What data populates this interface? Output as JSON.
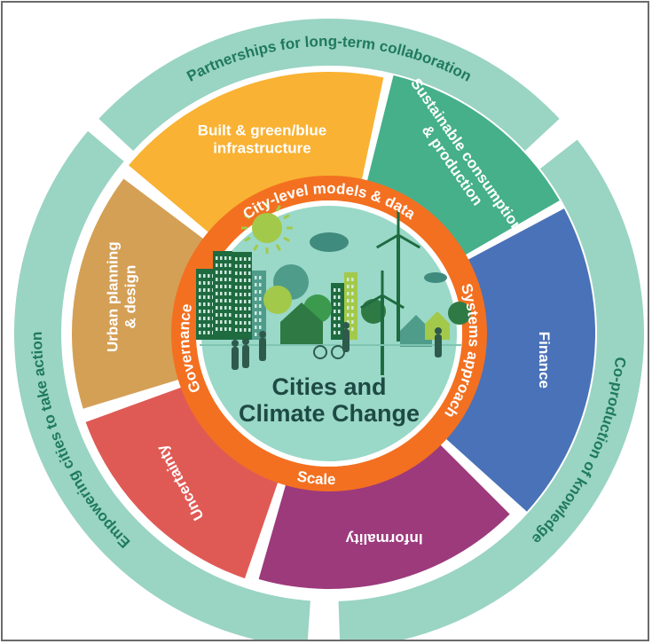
{
  "title": {
    "line1": "Cities and",
    "line2": "Climate Change"
  },
  "outer_ring": [
    {
      "label": "Partnerships for long-term collaboration",
      "color": "#9ad4c3"
    },
    {
      "label": "Co-production of knowledge",
      "color": "#9ad4c3"
    },
    {
      "label": "Empowering cities to take action",
      "color": "#9ad4c3"
    }
  ],
  "segments": [
    {
      "lines": [
        "Built & green/blue",
        "infrastructure"
      ],
      "color": "#f9b233"
    },
    {
      "lines": [
        "Sustainable consumption",
        "& production"
      ],
      "color": "#45b08a"
    },
    {
      "lines": [
        "Finance"
      ],
      "color": "#4a72b8"
    },
    {
      "lines": [
        "Informality"
      ],
      "color": "#9c3a7c"
    },
    {
      "lines": [
        "Uncertainty"
      ],
      "color": "#e05a55"
    },
    {
      "lines": [
        "Urban planning",
        "& design"
      ],
      "color": "#d4a056"
    }
  ],
  "inner_ring": {
    "color": "#f37021",
    "labels": [
      "City-level models & data",
      "Systems approach",
      "Scale",
      "Governance"
    ]
  },
  "center_color": "#9ad8c8"
}
